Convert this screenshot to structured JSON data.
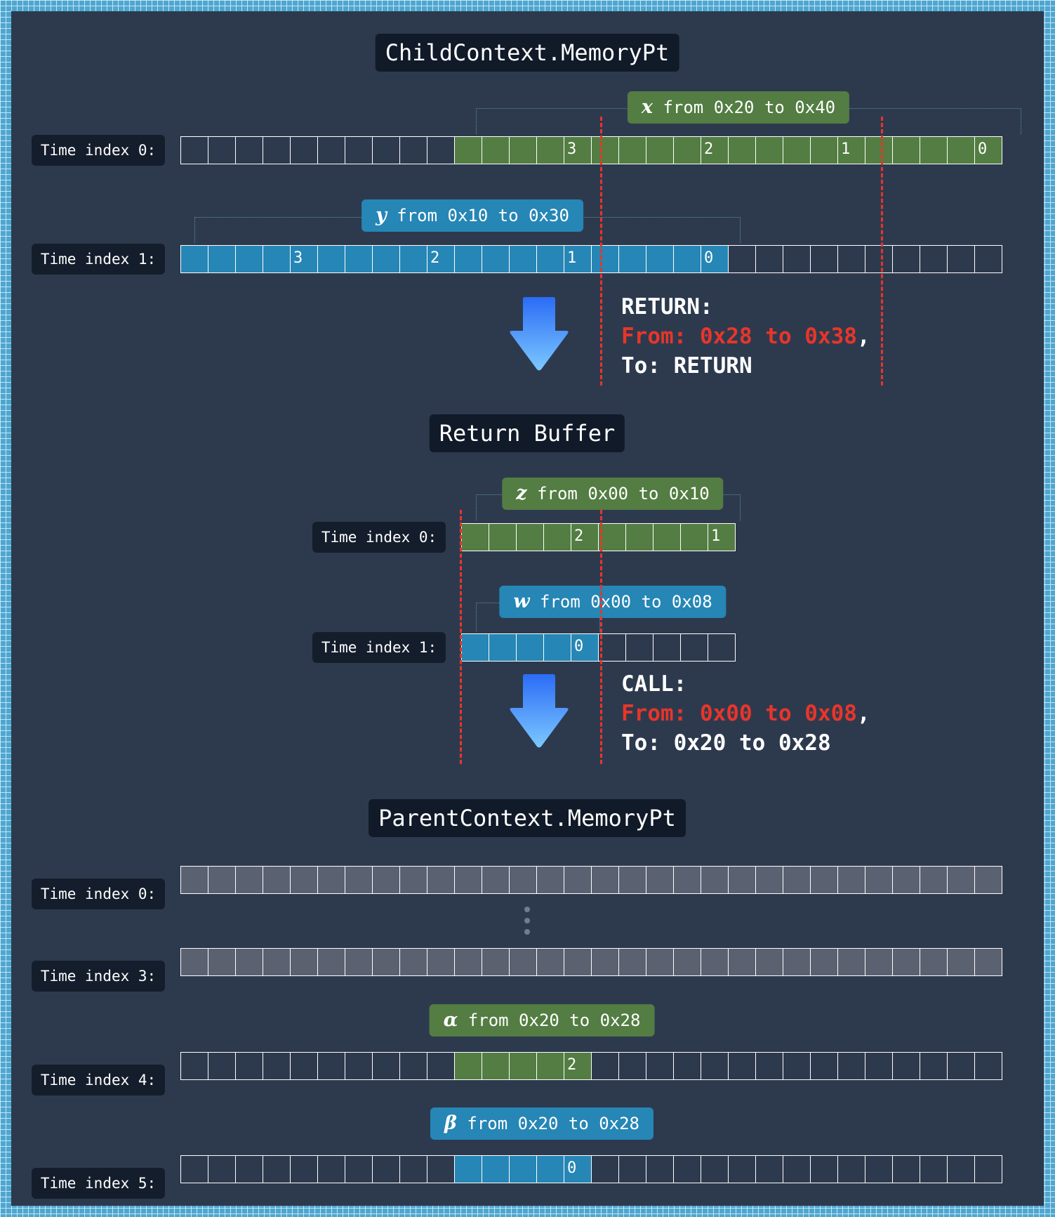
{
  "child": {
    "title": "ChildContext.MemoryPt",
    "rows": [
      {
        "label": "Time index 0:",
        "n": 30,
        "color": "green",
        "start": 10,
        "end": 30,
        "marks": {
          "14": "3",
          "19": "2",
          "24": "1",
          "29": "0"
        }
      },
      {
        "label": "Time index 1:",
        "n": 30,
        "color": "blue",
        "start": 0,
        "end": 20,
        "marks": {
          "4": "3",
          "9": "2",
          "14": "1",
          "19": "0"
        }
      }
    ],
    "badges": [
      {
        "var": "x",
        "text": " from 0x20 to 0x40"
      },
      {
        "var": "y",
        "text": " from 0x10 to 0x30"
      }
    ]
  },
  "return_op": {
    "line1": "RETURN:",
    "line2_red": "From: 0x28 to 0x38",
    "line2_tail": ",",
    "line3": "To: RETURN"
  },
  "buffer": {
    "title": "Return Buffer",
    "rows": [
      {
        "label": "Time index 0:",
        "n": 10,
        "color": "green",
        "start": 0,
        "end": 10,
        "marks": {
          "4": "2",
          "9": "1"
        }
      },
      {
        "label": "Time index 1:",
        "n": 10,
        "color": "blue",
        "start": 0,
        "end": 5,
        "marks": {
          "4": "0"
        }
      }
    ],
    "badges": [
      {
        "var": "z",
        "text": " from 0x00 to 0x10"
      },
      {
        "var": "w",
        "text": " from 0x00 to 0x08"
      }
    ]
  },
  "call_op": {
    "line1": "CALL:",
    "line2_red": "From: 0x00 to 0x08",
    "line2_tail": ",",
    "line3": "To: 0x20 to 0x28"
  },
  "parent": {
    "title": "ParentContext.MemoryPt",
    "rows": [
      {
        "label": "Time index 0:",
        "n": 30,
        "color": "gray",
        "start": 0,
        "end": 30,
        "marks": {}
      },
      {
        "label": "Time index 3:",
        "n": 30,
        "color": "gray",
        "start": 0,
        "end": 30,
        "marks": {}
      },
      {
        "label": "Time index 4:",
        "n": 30,
        "color": "green",
        "start": 10,
        "end": 15,
        "marks": {
          "14": "2"
        }
      },
      {
        "label": "Time index 5:",
        "n": 30,
        "color": "blue",
        "start": 10,
        "end": 15,
        "marks": {
          "14": "0"
        }
      }
    ],
    "badges": [
      {
        "var": "α",
        "text": " from 0x20 to 0x28"
      },
      {
        "var": "β",
        "text": " from 0x20 to 0x28"
      }
    ]
  },
  "colors": {
    "green": "#537d42",
    "blue": "#2686b5",
    "gray": "#5a6171",
    "red": "#e8352a",
    "background": "#2d3a4e"
  },
  "icons": [
    "down-arrow-icon",
    "vertical-ellipsis-icon"
  ]
}
